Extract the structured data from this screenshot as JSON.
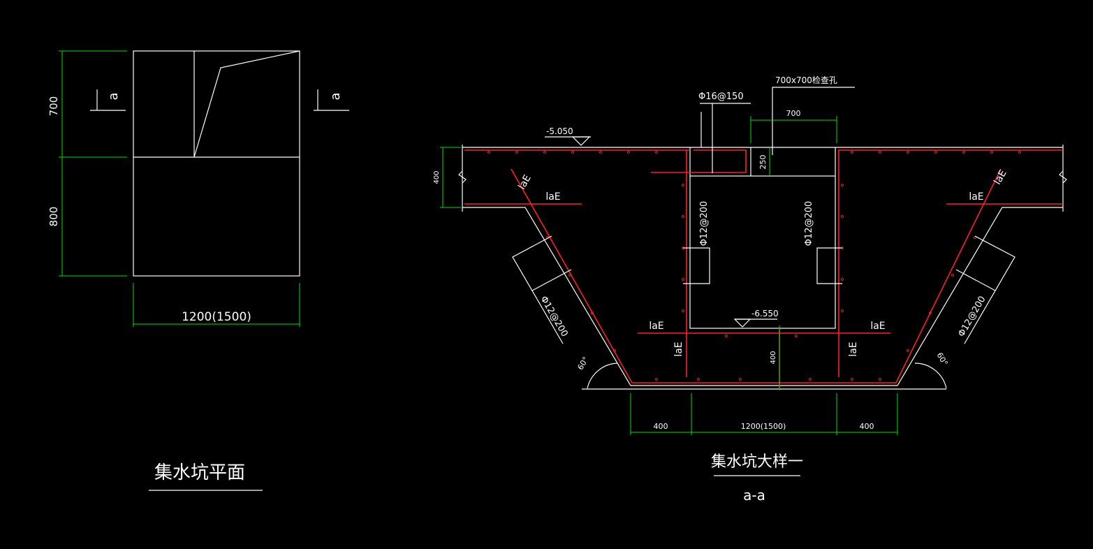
{
  "colors": {
    "background": "#000000",
    "outline": "#ffffff",
    "dimension": "#00e000",
    "rebar": "#ff2020"
  },
  "plan": {
    "title": "集水坑平面",
    "dim_top": "700",
    "dim_bottom": "800",
    "dim_width": "1200(1500)",
    "section_mark_left": "a",
    "section_mark_right": "a"
  },
  "section": {
    "title": "集水坑大样一",
    "subtitle": "a-a",
    "opening_label": "700x700检查孔",
    "top_bar_label": "Φ16@150",
    "opening_width": "700",
    "elev_top": "-5.050",
    "elev_bottom": "-6.550",
    "slab_thickness": "400",
    "cover_thickness": "250",
    "wall_bar_left": "Φ12@200",
    "wall_bar_right": "Φ12@200",
    "slope_bar_left": "Φ12@200",
    "slope_bar_right": "Φ12@200",
    "anchor_label": "laE",
    "base_thickness": "400",
    "angle_left": "60°",
    "angle_right": "60°",
    "dim_left": "400",
    "dim_mid": "1200(1500)",
    "dim_right": "400"
  }
}
